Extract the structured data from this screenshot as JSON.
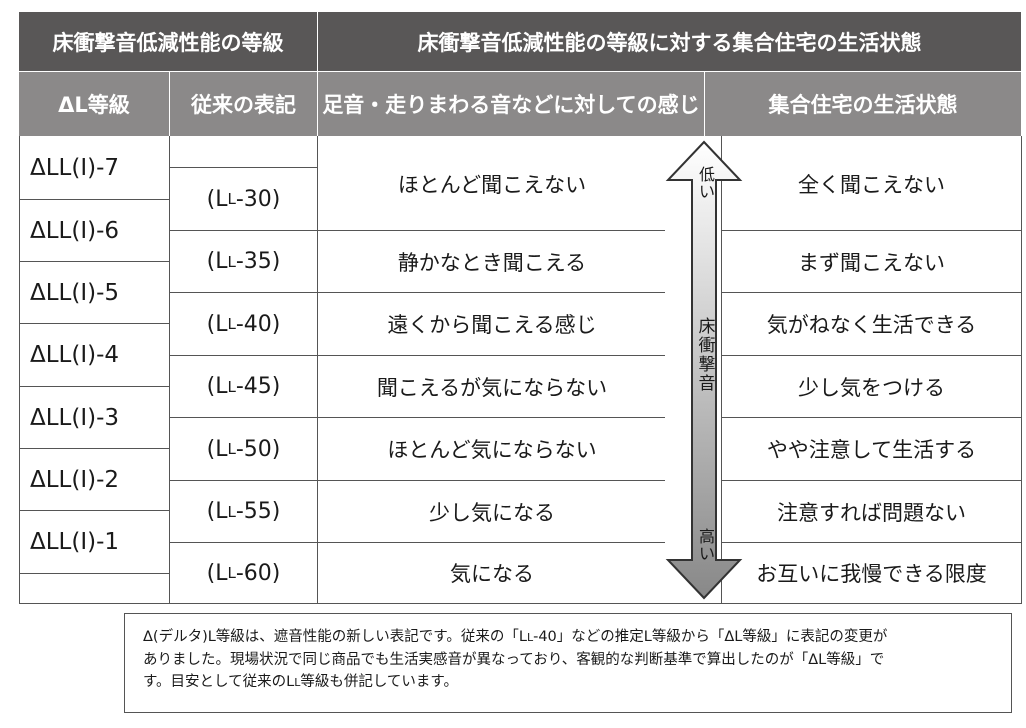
{
  "header": {
    "left_title": "床衝撃音低減性能の等級",
    "right_title": "床衝撃音低減性能の等級に対する集合住宅の生活状態",
    "col_dl": "ΔL等級",
    "col_ll": "従来の表記",
    "col_feel": "足音・走りまわる音などに対しての感じ",
    "col_life": "集合住宅の生活状態"
  },
  "dl_grades": [
    "ΔLL(Ⅰ)-7",
    "ΔLL(Ⅰ)-6",
    "ΔLL(Ⅰ)-5",
    "ΔLL(Ⅰ)-4",
    "ΔLL(Ⅰ)-3",
    "ΔLL(Ⅰ)-2",
    "ΔLL(Ⅰ)-1"
  ],
  "rows": [
    {
      "ll_prefix": "(L",
      "ll_sub": "L",
      "ll_suffix": "-30)",
      "feel": "ほとんど聞こえない",
      "life": "全く聞こえない"
    },
    {
      "ll_prefix": "(L",
      "ll_sub": "L",
      "ll_suffix": "-35)",
      "feel": "静かなとき聞こえる",
      "life": "まず聞こえない"
    },
    {
      "ll_prefix": "(L",
      "ll_sub": "L",
      "ll_suffix": "-40)",
      "feel": "遠くから聞こえる感じ",
      "life": "気がねなく生活できる"
    },
    {
      "ll_prefix": "(L",
      "ll_sub": "L",
      "ll_suffix": "-45)",
      "feel": "聞こえるが気にならない",
      "life": "少し気をつける"
    },
    {
      "ll_prefix": "(L",
      "ll_sub": "L",
      "ll_suffix": "-50)",
      "feel": "ほとんど気にならない",
      "life": "やや注意して生活する"
    },
    {
      "ll_prefix": "(L",
      "ll_sub": "L",
      "ll_suffix": "-55)",
      "feel": "少し気になる",
      "life": "注意すれば問題ない"
    },
    {
      "ll_prefix": "(L",
      "ll_sub": "L",
      "ll_suffix": "-60)",
      "feel": "気になる",
      "life": "お互いに我慢できる限度"
    }
  ],
  "arrow": {
    "top_label": "低い",
    "middle_label": "床衝撃音",
    "bottom_label": "高い"
  },
  "note": {
    "line1": "Δ(デルタ)L等級は、遮音性能の新しい表記です。従来の「L",
    "line1_sub": "L",
    "line1_b": "-40」などの推定L等級から「ΔL等級」に表記の変更が",
    "line2": "ありました。現場状況で同じ商品でも生活実感音が異なっており、客観的な判断基準で算出したのが「ΔL等級」で",
    "line3": "す。目安として従来のL",
    "line3_sub": "L",
    "line3_b": "等級も併記しています。"
  },
  "colors": {
    "header_dark": "#595757",
    "header_light": "#8b8989",
    "arrow_fill_top": "#ffffff",
    "arrow_fill_bottom": "#888888"
  }
}
